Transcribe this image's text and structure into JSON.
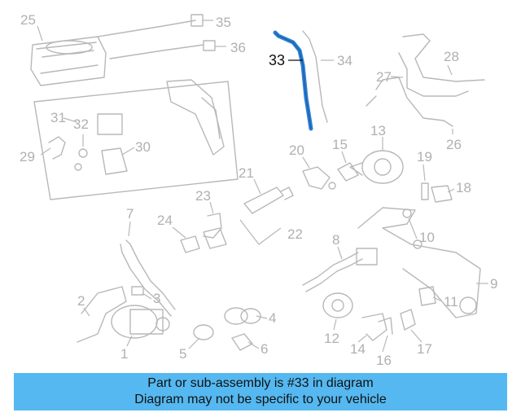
{
  "diagram": {
    "callouts": [
      {
        "id": "25",
        "label": "25"
      },
      {
        "id": "35",
        "label": "35"
      },
      {
        "id": "36",
        "label": "36"
      },
      {
        "id": "33",
        "label": "33"
      },
      {
        "id": "34",
        "label": "34"
      },
      {
        "id": "28",
        "label": "28"
      },
      {
        "id": "27",
        "label": "27"
      },
      {
        "id": "31",
        "label": "31"
      },
      {
        "id": "32",
        "label": "32"
      },
      {
        "id": "29",
        "label": "29"
      },
      {
        "id": "30",
        "label": "30"
      },
      {
        "id": "13",
        "label": "13"
      },
      {
        "id": "26",
        "label": "26"
      },
      {
        "id": "20",
        "label": "20"
      },
      {
        "id": "15",
        "label": "15"
      },
      {
        "id": "19",
        "label": "19"
      },
      {
        "id": "18",
        "label": "18"
      },
      {
        "id": "21",
        "label": "21"
      },
      {
        "id": "23",
        "label": "23"
      },
      {
        "id": "7",
        "label": "7"
      },
      {
        "id": "24",
        "label": "24"
      },
      {
        "id": "22",
        "label": "22"
      },
      {
        "id": "10",
        "label": "10"
      },
      {
        "id": "8",
        "label": "8"
      },
      {
        "id": "9",
        "label": "9"
      },
      {
        "id": "2",
        "label": "2"
      },
      {
        "id": "3",
        "label": "3"
      },
      {
        "id": "11",
        "label": "11"
      },
      {
        "id": "4",
        "label": "4"
      },
      {
        "id": "12",
        "label": "12"
      },
      {
        "id": "1",
        "label": "1"
      },
      {
        "id": "5",
        "label": "5"
      },
      {
        "id": "6",
        "label": "6"
      },
      {
        "id": "14",
        "label": "14"
      },
      {
        "id": "17",
        "label": "17"
      },
      {
        "id": "16",
        "label": "16"
      }
    ],
    "highlight_color": "#2a7fd4"
  },
  "banner": {
    "line1": "Part or sub-assembly is #33 in diagram",
    "line2": "Diagram may not be specific to your vehicle",
    "color": "#55b8f0"
  }
}
